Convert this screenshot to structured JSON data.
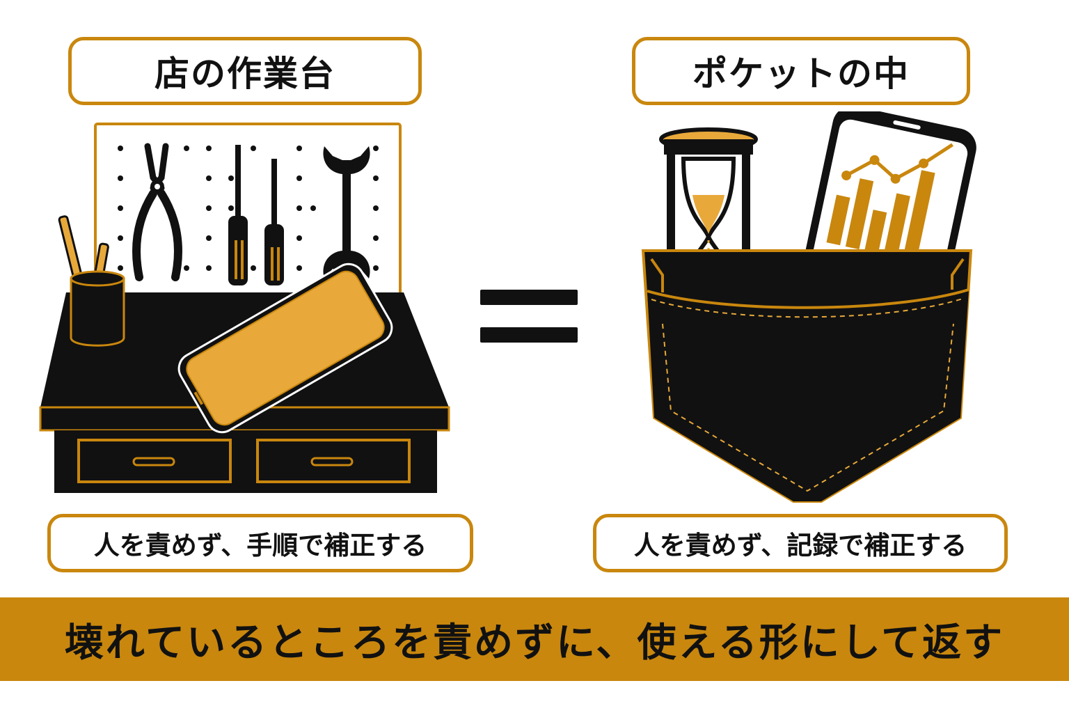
{
  "left": {
    "title": "店の作業台",
    "caption": "人を責めず、手順で補正する"
  },
  "right": {
    "title": "ポケットの中",
    "caption": "人を責めず、記録で補正する"
  },
  "equals_symbol": "=",
  "banner": {
    "text": "壊れているところを責めずに、使える形にして返す"
  },
  "icons": {
    "left": [
      "workbench-icon",
      "pegboard-icon",
      "pliers-icon",
      "screwdriver-icon",
      "screwdriver-icon",
      "wrench-icon",
      "tool-cup-icon",
      "smartphone-icon",
      "drawer-icon"
    ],
    "right": [
      "pocket-icon",
      "hourglass-icon",
      "smartphone-chart-icon"
    ]
  },
  "colors": {
    "accent": "#c9870e",
    "accent_light": "#e8a93a",
    "ink": "#111111",
    "background": "#ffffff"
  }
}
